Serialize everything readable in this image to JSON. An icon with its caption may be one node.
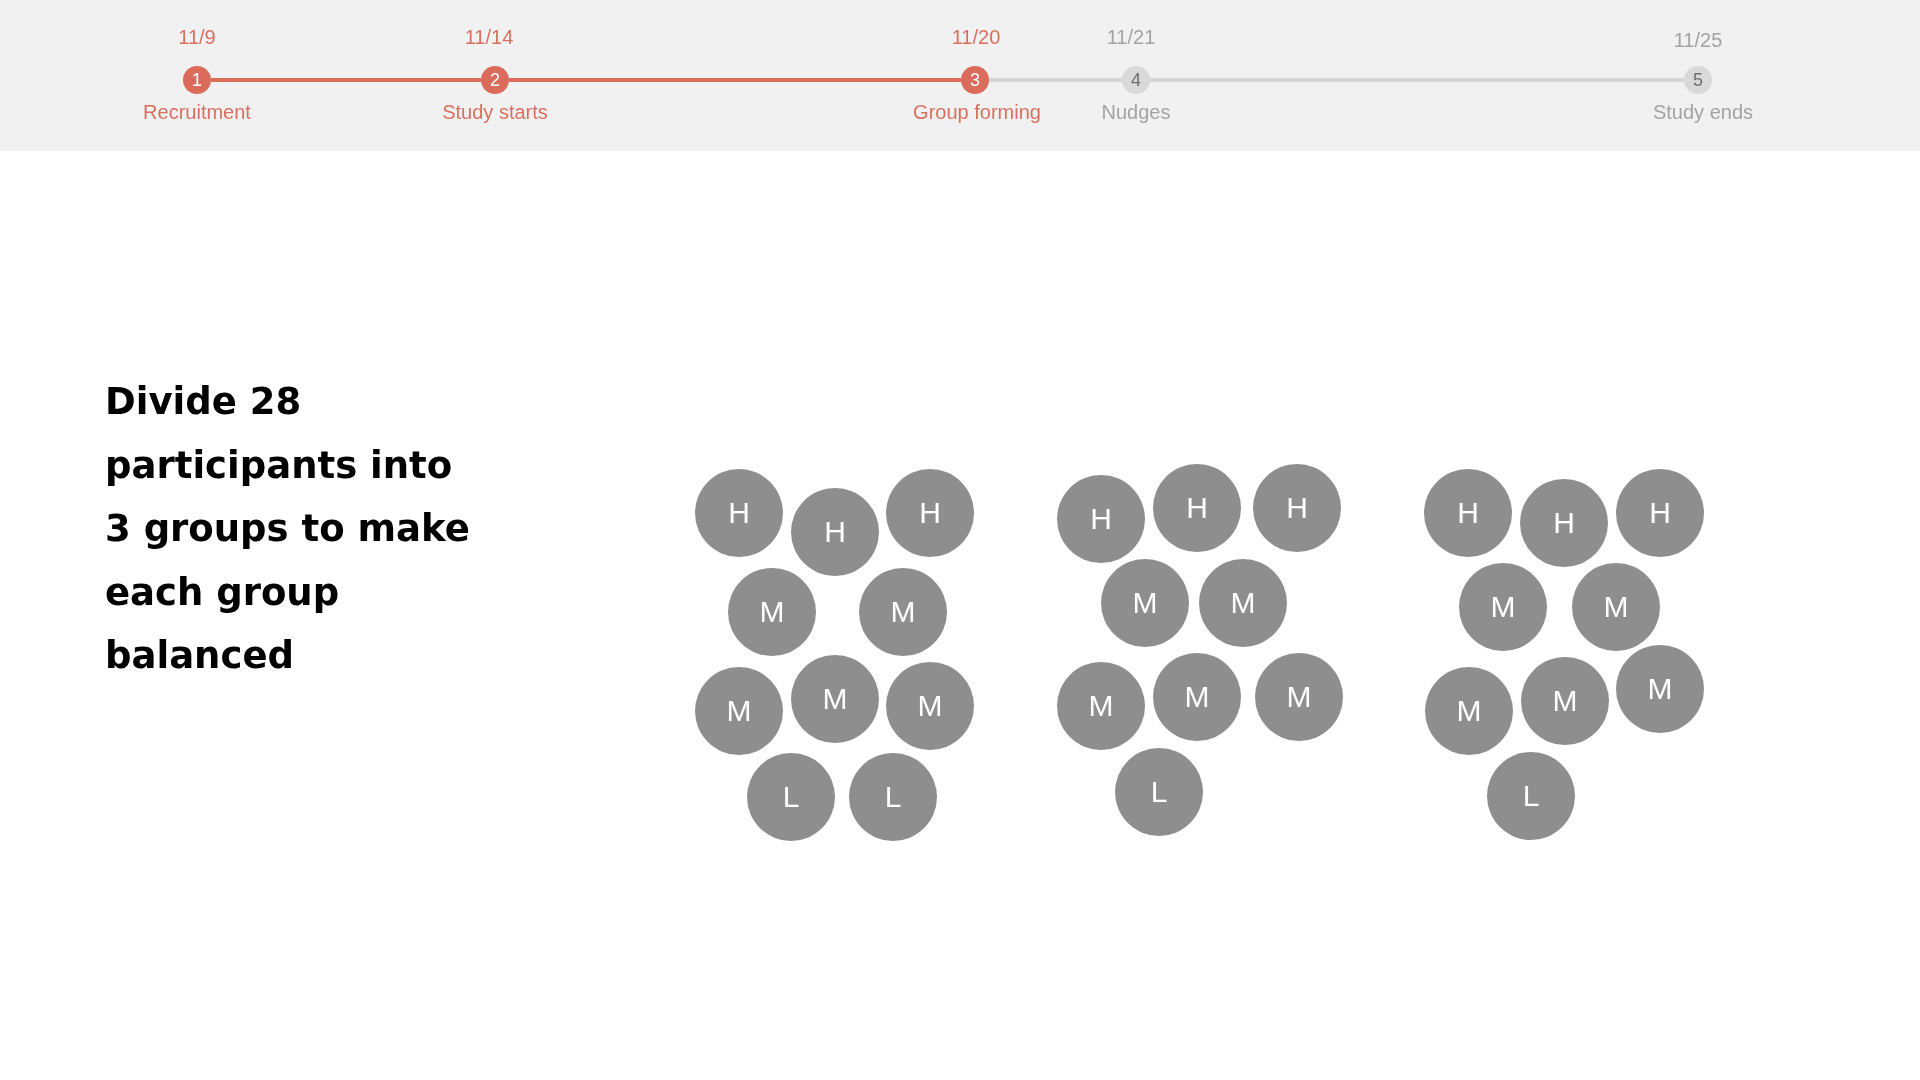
{
  "diagram": {
    "title": "Divide 28 participants into 3 groups to make each group balanced",
    "nodes": [
      {
        "text": [
          "1"
        ],
        "beside": [
          "11/9",
          "Recruitment"
        ]
      },
      {
        "text": [
          "2"
        ],
        "beside": [
          "11/14",
          "Study starts"
        ]
      },
      {
        "text": [
          "3"
        ],
        "beside": [
          "11/20",
          "Group forming"
        ]
      },
      {
        "text": [
          "4"
        ],
        "beside": [
          "11/21",
          "Nudges"
        ]
      },
      {
        "text": [
          "5"
        ],
        "beside": [
          "11/25",
          "Study ends"
        ]
      },
      {
        "text": [
          "H"
        ]
      },
      {
        "text": [
          "H"
        ]
      },
      {
        "text": [
          "H"
        ]
      },
      {
        "text": [
          "M"
        ]
      },
      {
        "text": [
          "M"
        ]
      },
      {
        "text": [
          "M"
        ]
      },
      {
        "text": [
          "M"
        ]
      },
      {
        "text": [
          "M"
        ]
      },
      {
        "text": [
          "L"
        ]
      },
      {
        "text": [
          "L"
        ]
      },
      {
        "text": [
          "H"
        ]
      },
      {
        "text": [
          "H"
        ]
      },
      {
        "text": [
          "H"
        ]
      },
      {
        "text": [
          "M"
        ]
      },
      {
        "text": [
          "M"
        ]
      },
      {
        "text": [
          "M"
        ]
      },
      {
        "text": [
          "M"
        ]
      },
      {
        "text": [
          "M"
        ]
      },
      {
        "text": [
          "L"
        ]
      },
      {
        "text": [
          "H"
        ]
      },
      {
        "text": [
          "H"
        ]
      },
      {
        "text": [
          "H"
        ]
      },
      {
        "text": [
          "M"
        ]
      },
      {
        "text": [
          "M"
        ]
      },
      {
        "text": [
          "M"
        ]
      },
      {
        "text": [
          "M"
        ]
      },
      {
        "text": [
          "M"
        ]
      },
      {
        "text": [
          "L"
        ]
      }
    ],
    "edges": [
      {
        "from": 0,
        "to": 1,
        "arrow": "none",
        "color": "#db6c5c"
      },
      {
        "from": 1,
        "to": 2,
        "arrow": "none",
        "color": "#db6c5c"
      },
      {
        "from": 2,
        "to": 3,
        "arrow": "none",
        "color": "#d6d6d6"
      },
      {
        "from": 3,
        "to": 4,
        "arrow": "none",
        "color": "#d6d6d6"
      }
    ]
  }
}
